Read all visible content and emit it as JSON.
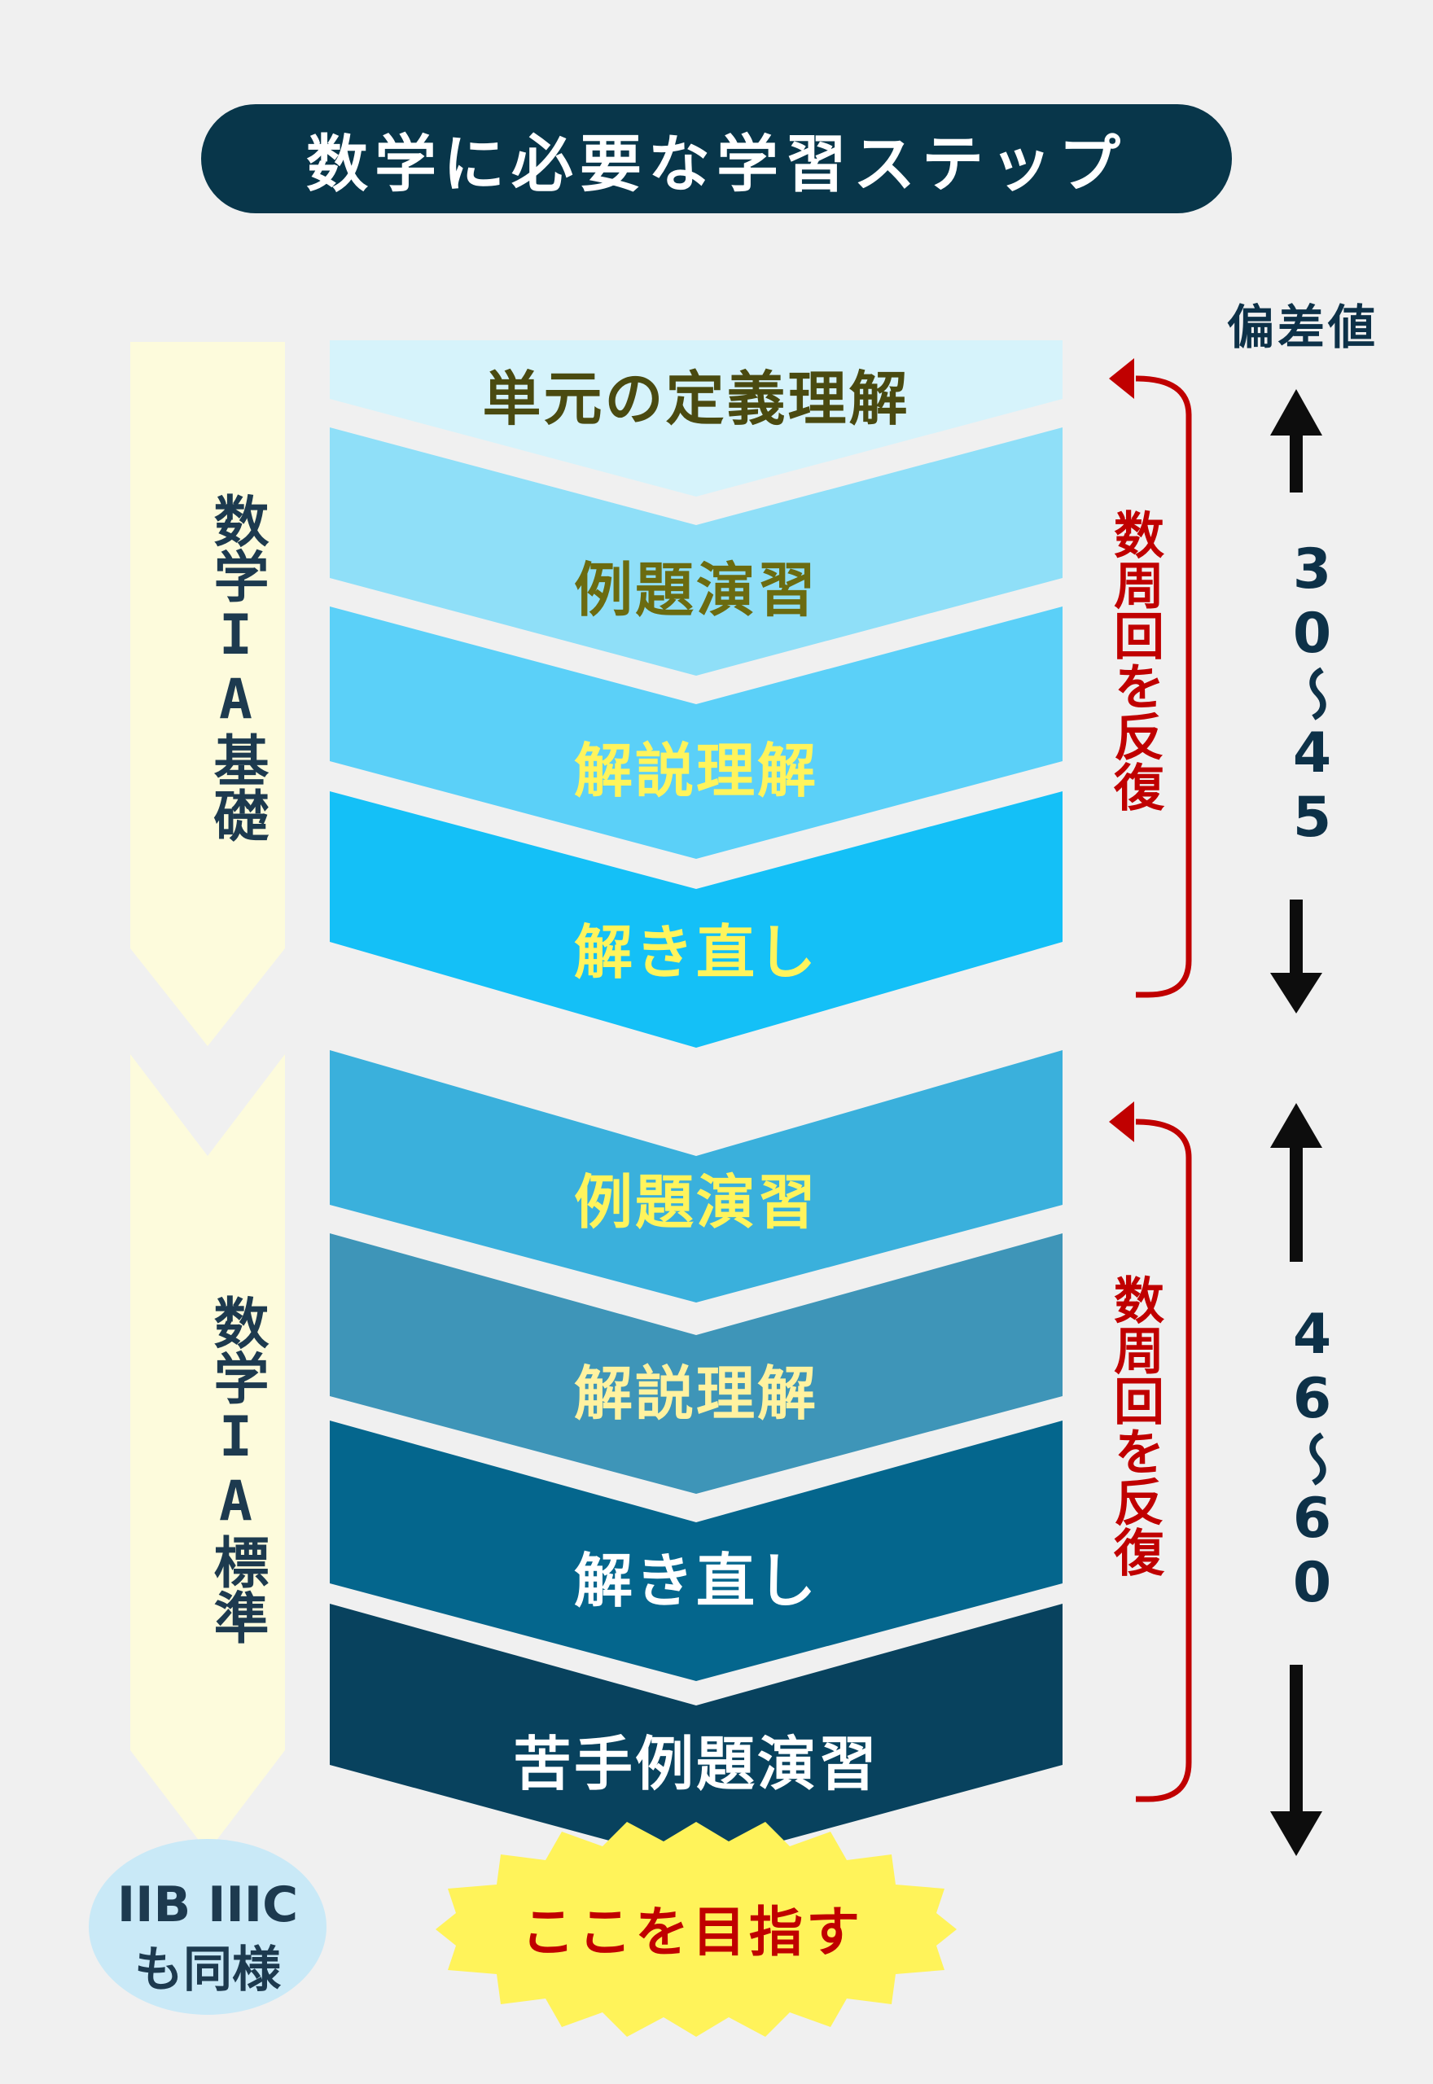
{
  "title": "数学に必要な学習ステップ",
  "deviation_header": "偏差値",
  "sections": [
    {
      "side_label": "数学IA基礎",
      "repeat_label": "数周回を反復",
      "deviation_range": "30〜45",
      "steps": [
        {
          "label": "単元の定義理解",
          "fill": "#d6f3fb",
          "text_color": "#4a4a10"
        },
        {
          "label": "例題演習",
          "fill": "#8fdff8",
          "text_color": "#6b6b10"
        },
        {
          "label": "解説理解",
          "fill": "#5bd0f8",
          "text_color": "#fff45c"
        },
        {
          "label": "解き直し",
          "fill": "#14c0f7",
          "text_color": "#fff45c"
        }
      ]
    },
    {
      "side_label": "数学IA標準",
      "repeat_label": "数周回を反復",
      "deviation_range": "46〜60",
      "steps": [
        {
          "label": "例題演習",
          "fill": "#3ab0dc",
          "text_color": "#fff45c"
        },
        {
          "label": "解説理解",
          "fill": "#3e95b8",
          "text_color": "#fff2a0"
        },
        {
          "label": "解き直し",
          "fill": "#04668d",
          "text_color": "#ffffff"
        },
        {
          "label": "苦手例題演習",
          "fill": "#08425e",
          "text_color": "#ffffff"
        }
      ]
    }
  ],
  "note": "IIB IIIC\nも同様",
  "goal": "ここを目指す",
  "colors": {
    "title_bg": "#08364a",
    "side_arrow": "#fdfbdc",
    "repeat_bracket": "#c00000",
    "deviation_arrow": "#0d0d0d",
    "note_bubble": "#c9e9f7",
    "goal_burst": "#fff35a"
  },
  "icons": [
    "repeat-bracket-arrow-icon",
    "up-arrow-icon",
    "down-arrow-icon",
    "starburst-icon"
  ]
}
